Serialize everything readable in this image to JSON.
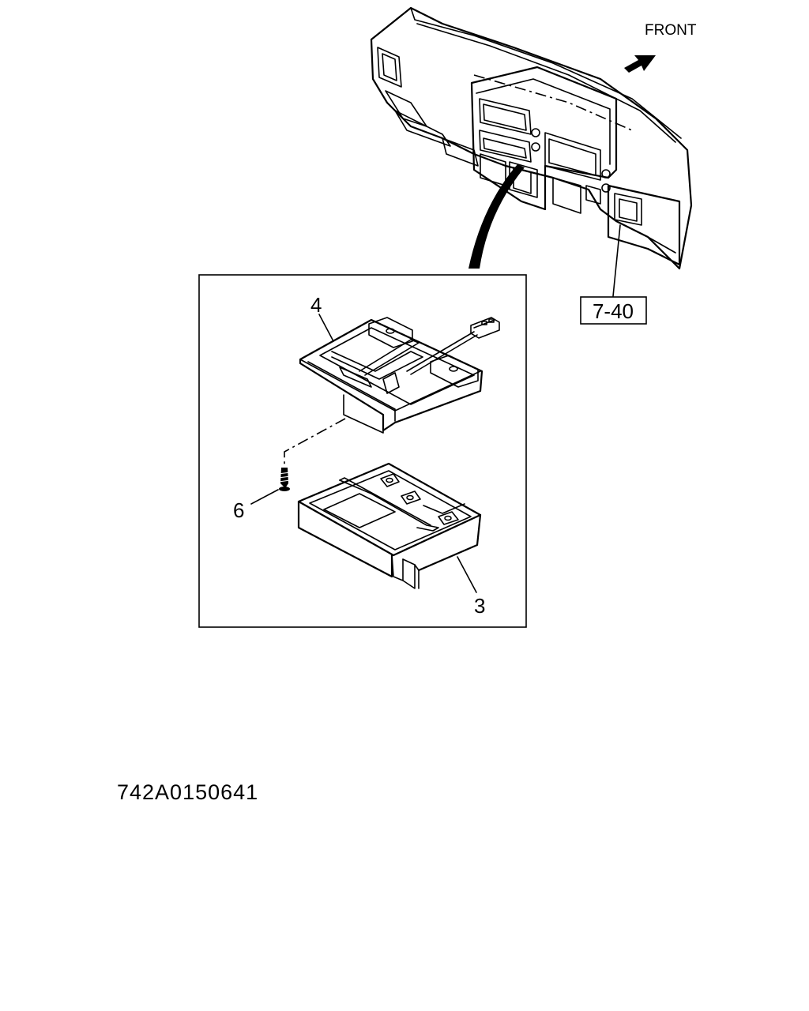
{
  "labels": {
    "front": "FRONT",
    "ref_box": "7-40",
    "callout_4": "4",
    "callout_6": "6",
    "callout_3": "3",
    "drawing_number": "742A0150641"
  },
  "icons": {
    "front_arrow": "front-arrow-icon",
    "screw": "screw-icon"
  }
}
